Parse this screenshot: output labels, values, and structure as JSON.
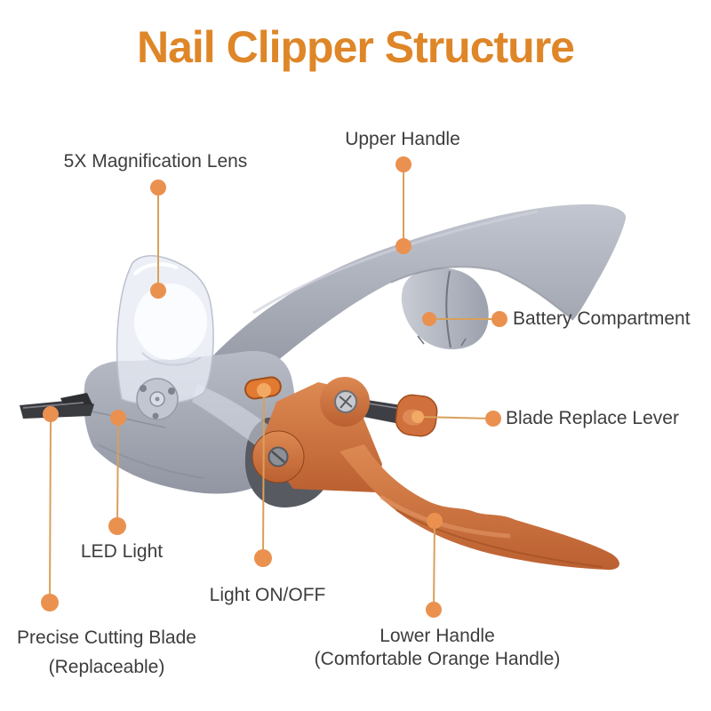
{
  "title": "Nail Clipper Structure",
  "colors": {
    "title_orange": "#DE8628",
    "callout_dot_orange": "#EA9150",
    "callout_line_orange": "#D9A05A",
    "label_text_gray": "#3D3D3D",
    "handle_gray": "#A6AAB4",
    "handle_orange": "#CD7342"
  },
  "callouts": {
    "magnification_lens": {
      "label": "5X Magnification Lens"
    },
    "upper_handle": {
      "label": "Upper Handle"
    },
    "battery_compartment": {
      "label": "Battery Compartment"
    },
    "blade_replace_lever": {
      "label": "Blade Replace Lever"
    },
    "led_light": {
      "label": "LED Light"
    },
    "light_on_off": {
      "label": "Light ON/OFF"
    },
    "cutting_blade": {
      "label": "Precise Cutting Blade",
      "sublabel": "(Replaceable)"
    },
    "lower_handle": {
      "label": "Lower Handle",
      "sublabel": "(Comfortable Orange Handle)"
    }
  }
}
